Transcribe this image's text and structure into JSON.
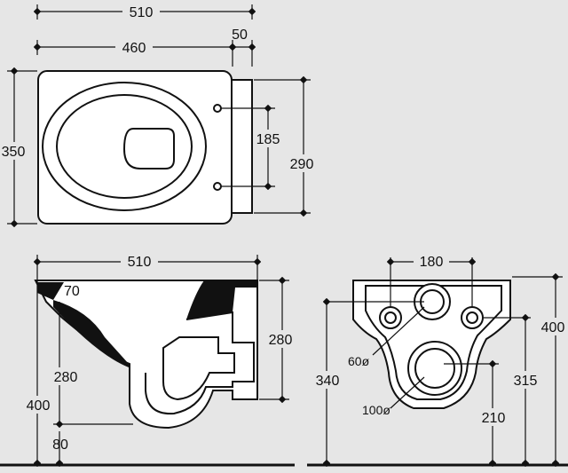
{
  "top_view": {
    "width_overall": "510",
    "width_bowl": "460",
    "rear_offset": "50",
    "depth": "350",
    "fixing_spacing": "185",
    "rear_height": "290"
  },
  "side_view": {
    "length": "510",
    "rim_offset": "70",
    "rim_height": "280",
    "outlet_height": "280",
    "overall_height": "400",
    "foot_offset": "80"
  },
  "rear_view": {
    "bolt_spacing": "180",
    "inlet_diameter": "60ø",
    "outlet_diameter": "100ø",
    "inlet_height": "340",
    "bolt_height": "315",
    "overall_height": "400",
    "outlet_height": "210"
  },
  "colors": {
    "background": "#e6e6e6",
    "line": "#111111",
    "fill": "#ffffff"
  }
}
